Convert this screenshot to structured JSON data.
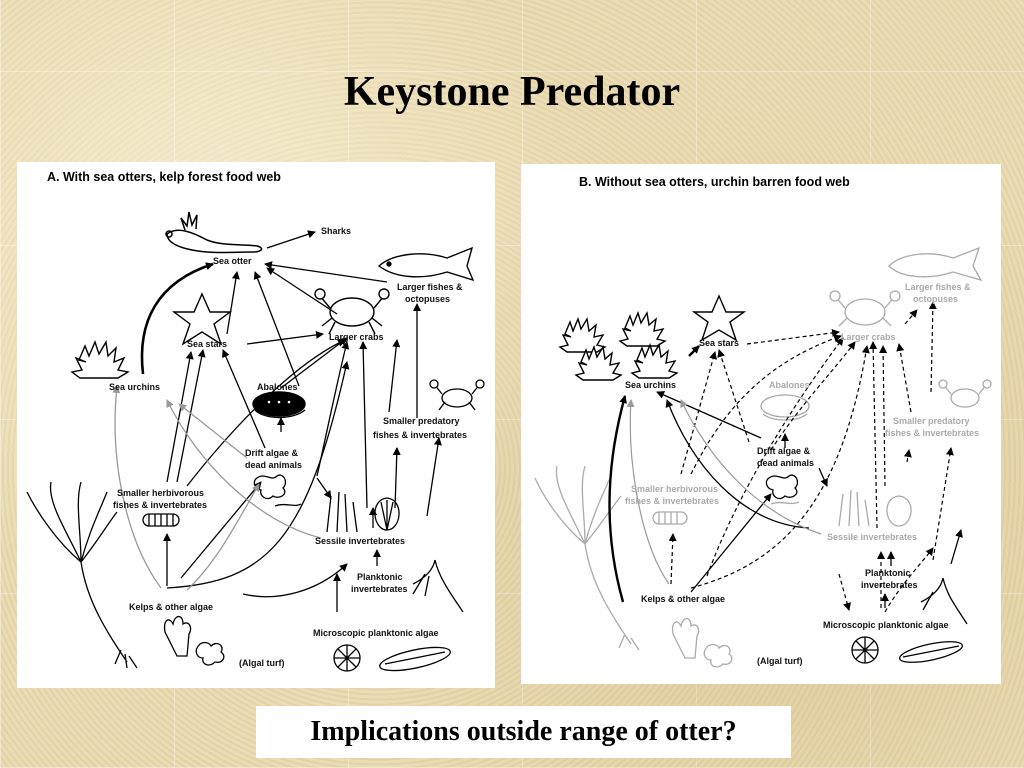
{
  "slide": {
    "title": "Keystone Predator",
    "caption": "Implications outside range of otter?"
  },
  "panel_a": {
    "title": "A.  With sea otters, kelp forest food web",
    "labels": {
      "sharks": "Sharks",
      "sea_otter": "Sea otter",
      "larger_fishes_1": "Larger fishes &",
      "larger_fishes_2": "octopuses",
      "sea_stars": "Sea stars",
      "larger_crabs": "Larger crabs",
      "sea_urchins": "Sea urchins",
      "abalones": "Abalones",
      "smaller_predatory_1": "Smaller predatory",
      "smaller_predatory_2": "fishes & invertebrates",
      "drift_algae_1": "Drift algae &",
      "drift_algae_2": "dead animals",
      "smaller_herbivorous_1": "Smaller herbivorous",
      "smaller_herbivorous_2": "fishes & invertebrates",
      "sessile": "Sessile invertebrates",
      "planktonic_1": "Planktonic",
      "planktonic_2": "invertebrates",
      "kelps": "Kelps & other algae",
      "microscopic": "Microscopic planktonic algae",
      "algal_turf": "(Algal turf)"
    }
  },
  "panel_b": {
    "title": "B.  Without sea otters, urchin barren food web",
    "labels": {
      "larger_fishes_1": "Larger fishes &",
      "larger_fishes_2": "octopuses",
      "sea_stars": "Sea stars",
      "larger_crabs": "Larger crabs",
      "sea_urchins": "Sea urchins",
      "abalones": "Abalones",
      "smaller_predatory_1": "Smaller predatory",
      "smaller_predatory_2": "fishes & invertebrates",
      "drift_algae_1": "Drift algae &",
      "drift_algae_2": "dead animals",
      "smaller_herbivorous_1": "Smaller herbivorous",
      "smaller_herbivorous_2": "fishes & invertebrates",
      "sessile": "Sessile invertebrates",
      "planktonic_1": "Planktonic",
      "planktonic_2": "invertebrates",
      "kelps": "Kelps & other algae",
      "microscopic": "Microscopic planktonic algae",
      "algal_turf": "(Algal turf)"
    }
  }
}
